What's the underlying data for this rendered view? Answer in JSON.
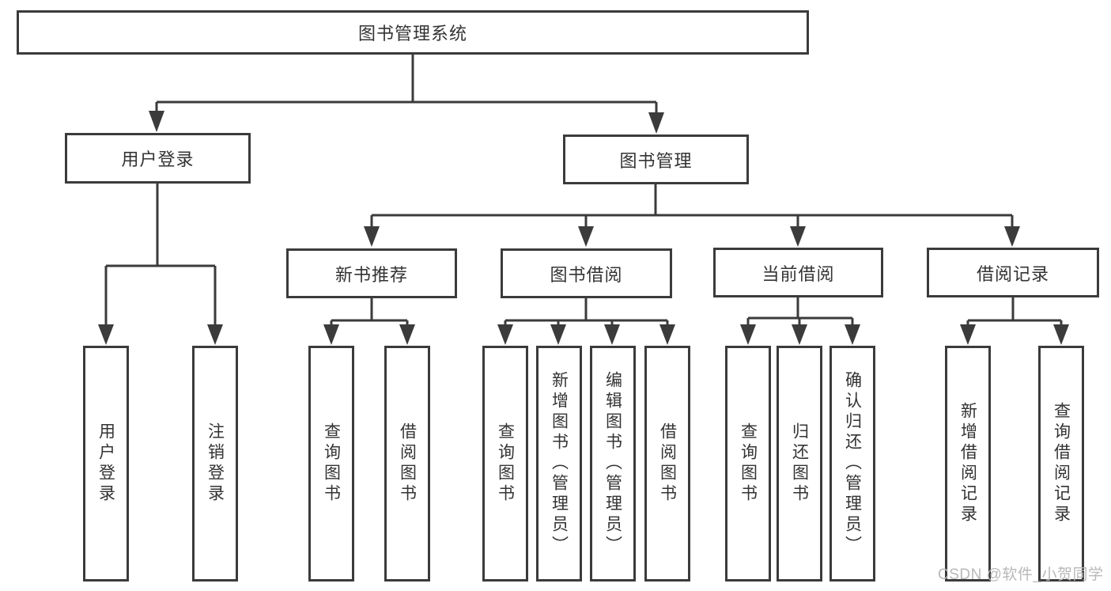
{
  "title": {
    "label": "图书管理系统"
  },
  "watermark": "CSDN @软件_小贺同学",
  "branches": {
    "user_login": {
      "label": "用户登录",
      "children": [
        {
          "label": "用户登录"
        },
        {
          "label": "注销登录"
        }
      ]
    },
    "book_management": {
      "label": "图书管理",
      "sections": [
        {
          "label": "新书推荐",
          "children": [
            {
              "label": "查询图书"
            },
            {
              "label": "借阅图书"
            }
          ]
        },
        {
          "label": "图书借阅",
          "children": [
            {
              "label": "查询图书"
            },
            {
              "label": "新增图书（管理员）"
            },
            {
              "label": "编辑图书（管理员）"
            },
            {
              "label": "借阅图书"
            }
          ]
        },
        {
          "label": "当前借阅",
          "children": [
            {
              "label": "查询图书"
            },
            {
              "label": "归还图书"
            },
            {
              "label": "确认归还（管理员）"
            }
          ]
        },
        {
          "label": "借阅记录",
          "children": [
            {
              "label": "新增借阅记录"
            },
            {
              "label": "查询借阅记录"
            }
          ]
        }
      ]
    }
  },
  "colors": {
    "line": "#3b3b3b",
    "text": "#333333",
    "watermark": "#b8b8b8",
    "box_background": "#ffffff"
  }
}
